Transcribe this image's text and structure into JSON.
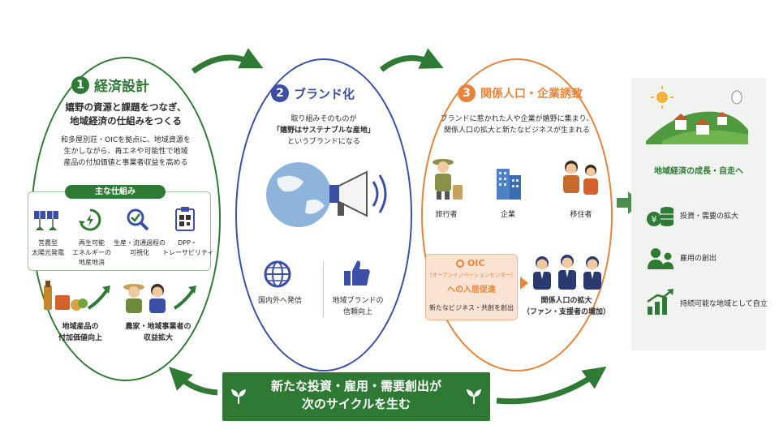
{
  "panel1": {
    "number": "1",
    "title": "経済設計",
    "subtitle_line1": "嬉野の資源と課題をつなぎ、",
    "subtitle_line2": "地域経済の仕組みをつくる",
    "desc_line1": "和多屋別荘・OICを拠点に、地域資源を",
    "desc_line2": "生かしながら、再エネや可能性で地域",
    "desc_line3": "産品の付加価値と事業者収益を高める",
    "mech_label": "主な仕組み",
    "mech_items": [
      {
        "line1": "営農型",
        "line2": "太陽光発電",
        "line3": "",
        "icon": "solar-panel-icon"
      },
      {
        "line1": "再生可能",
        "line2": "エネルギーの",
        "line3": "地産地消",
        "icon": "recycle-energy-icon"
      },
      {
        "line1": "生産・流通過程の",
        "line2": "可視化",
        "line3": "",
        "icon": "magnifier-check-icon"
      },
      {
        "line1": "DPP・",
        "line2": "トレーサビリティ",
        "line3": "",
        "icon": "clipboard-qr-icon"
      }
    ],
    "result1_line1": "地域産品の",
    "result1_line2": "付加価値向上",
    "result2_line1": "農家・地域事業者の",
    "result2_line2": "収益拡大"
  },
  "panel2": {
    "number": "2",
    "title": "ブランド化",
    "desc_line1": "取り組みそのものが",
    "desc_line2": "「嬉野はサステナブルな産地」",
    "desc_line3": "というブランドになる",
    "item1": "国内外へ発信",
    "item2_line1": "地域ブランドの",
    "item2_line2": "信頼向上"
  },
  "panel3": {
    "number": "3",
    "title": "関係人口・企業誘致",
    "desc_line1": "ブランドに惹かれた人や企業が嬉野に集まり、",
    "desc_line2": "関係人口の拡大と新たなビジネスが生まれる",
    "people": [
      "旅行者",
      "企業",
      "移住者"
    ],
    "oic_logo": "OIC",
    "oic_sub": "（オーアンイノベーションセンター）",
    "oic_line1": "への入居促進",
    "oic_line2": "新たなビジネス・共創を創出",
    "result_line1": "関係人口の拡大",
    "result_line2": "（ファン・支援者の増加）"
  },
  "right": {
    "title": "地域経済の成長・自走へ",
    "items": [
      "投資・需要の拡大",
      "雇用の創出",
      "持続可能な地域として自立"
    ]
  },
  "banner": {
    "line1": "新たな投資・雇用・需要創出が",
    "line2": "次のサイクルを生む"
  },
  "colors": {
    "green": "#2f7a34",
    "blue": "#3b4fa6",
    "orange": "#e8833a",
    "oic_bg": "#fbe3d4"
  }
}
